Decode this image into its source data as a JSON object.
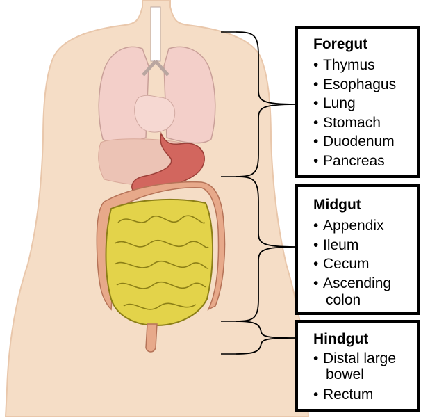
{
  "groups": {
    "foregut": {
      "title": "Foregut",
      "items": [
        "Thymus",
        "Esophagus",
        "Lung",
        "Stomach",
        "Duodenum",
        "Pancreas"
      ]
    },
    "midgut": {
      "title": "Midgut",
      "items": [
        "Appendix",
        "Ileum",
        "Cecum",
        "Ascending",
        "colon"
      ]
    },
    "hindgut": {
      "title": "Hindgut",
      "items": [
        "Distal large",
        "bowel",
        "Rectum"
      ]
    }
  },
  "bullet": "•",
  "colors": {
    "skin": "#f5ddc6",
    "lung": "#f3cfc9",
    "intestine": "#e3d34a",
    "colon": "#e7a98a",
    "stomach": "#d2665e",
    "liver": "#ecc3b5",
    "outline": "#000000"
  }
}
